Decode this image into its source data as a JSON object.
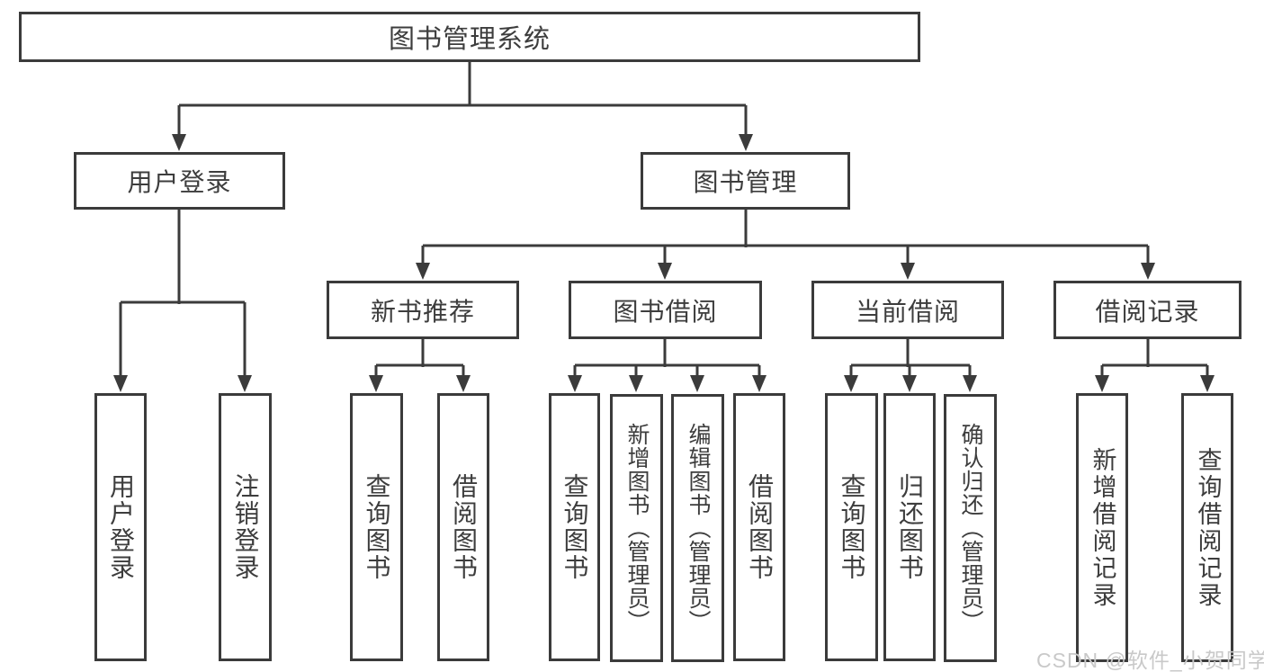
{
  "colors": {
    "line": "#3b3b3b",
    "text": "#3d3d3d",
    "watermark": "#c9c9c9",
    "background": "#ffffff"
  },
  "watermark": {
    "text": "CSDN @软件_小贺同学"
  },
  "diagram": {
    "root": {
      "label": "图书管理系统"
    },
    "level2": {
      "user_login": {
        "label": "用户登录"
      },
      "book_mgmt": {
        "label": "图书管理"
      }
    },
    "level3": {
      "new_book_recommend": {
        "label": "新书推荐"
      },
      "book_borrow": {
        "label": "图书借阅"
      },
      "current_borrow": {
        "label": "当前借阅"
      },
      "borrow_record": {
        "label": "借阅记录"
      }
    },
    "leaves": {
      "user_login": [
        "用户登录",
        "注销登录"
      ],
      "new_book_recommend": [
        "查询图书",
        "借阅图书"
      ],
      "book_borrow": [
        "查询图书",
        "新增图书（管理员）",
        "编辑图书（管理员）",
        "借阅图书"
      ],
      "current_borrow": [
        "查询图书",
        "归还图书",
        "确认归还（管理员）"
      ],
      "borrow_record": [
        "新增借阅记录",
        "查询借阅记录"
      ]
    }
  }
}
